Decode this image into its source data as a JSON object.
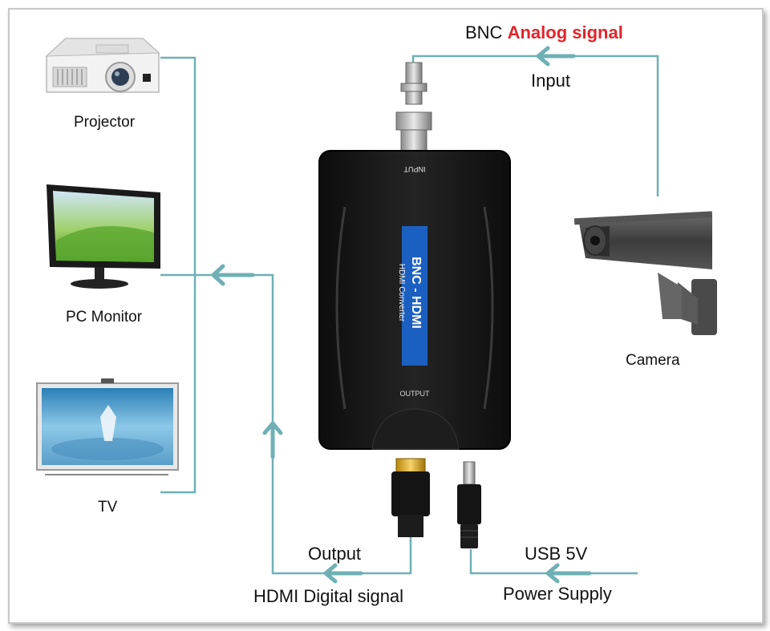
{
  "title": {
    "prefix": "BNC",
    "highlight": "Analog signal",
    "highlight_color": "#e0252b"
  },
  "input_label": "Input",
  "devices": {
    "projector": "Projector",
    "monitor": "PC Monitor",
    "tv": "TV",
    "camera": "Camera"
  },
  "converter": {
    "top_label": "INPUT",
    "bottom_label": "OUTPUT",
    "badge_title": "BNC - HDMI",
    "badge_sub": "HDMI Converter",
    "badge_color": "#1b5fc0"
  },
  "output_label": "Output",
  "output_sub": "HDMI Digital signal",
  "power_label": "USB 5V",
  "power_sub": "Power Supply",
  "line_color": "#6fb0b5"
}
